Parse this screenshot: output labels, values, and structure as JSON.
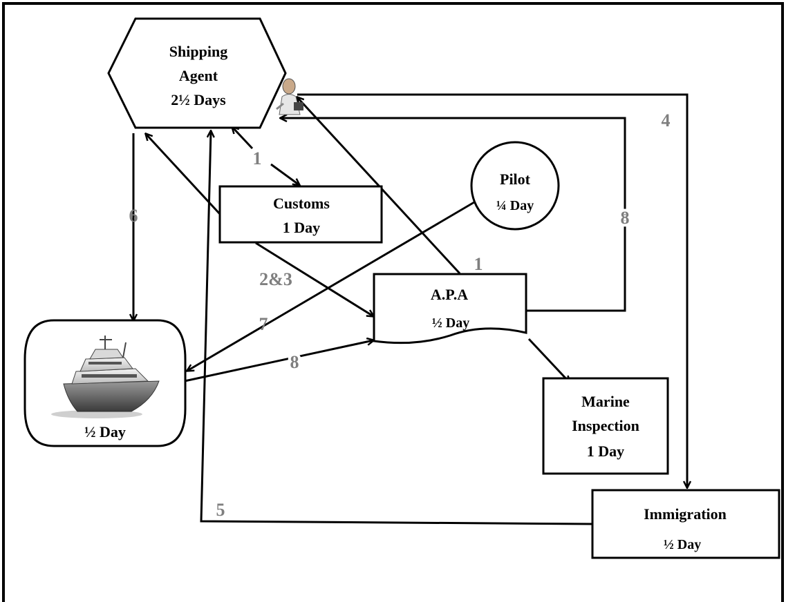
{
  "nodes": {
    "shipping_agent": {
      "lines": [
        "Shipping",
        "Agent",
        "2½  Days"
      ]
    },
    "customs": {
      "lines": [
        "Customs",
        "1 Day"
      ]
    },
    "pilot": {
      "lines": [
        "Pilot",
        "¼ Day"
      ]
    },
    "apa": {
      "lines": [
        "A.P.A",
        "½ Day"
      ]
    },
    "ship": {
      "lines": [
        "½ Day"
      ]
    },
    "marine_inspection": {
      "lines": [
        "Marine",
        "Inspection",
        "1 Day"
      ]
    },
    "immigration": {
      "lines": [
        "Immigration",
        "½ Day"
      ]
    }
  },
  "step_labels": {
    "s1_agent_customs": "1",
    "s1_apa_agent": "1",
    "s2_3": "2&3",
    "s4": "4",
    "s5": "5",
    "s6": "6",
    "s7": "7",
    "s8_apa_agent": "8",
    "s8_ship_apa": "8"
  },
  "colors": {
    "step_label": "#7f7f7f",
    "line": "#000000",
    "background": "#ffffff"
  },
  "icons": {
    "agent": "person-icon",
    "ship": "ship-icon"
  }
}
